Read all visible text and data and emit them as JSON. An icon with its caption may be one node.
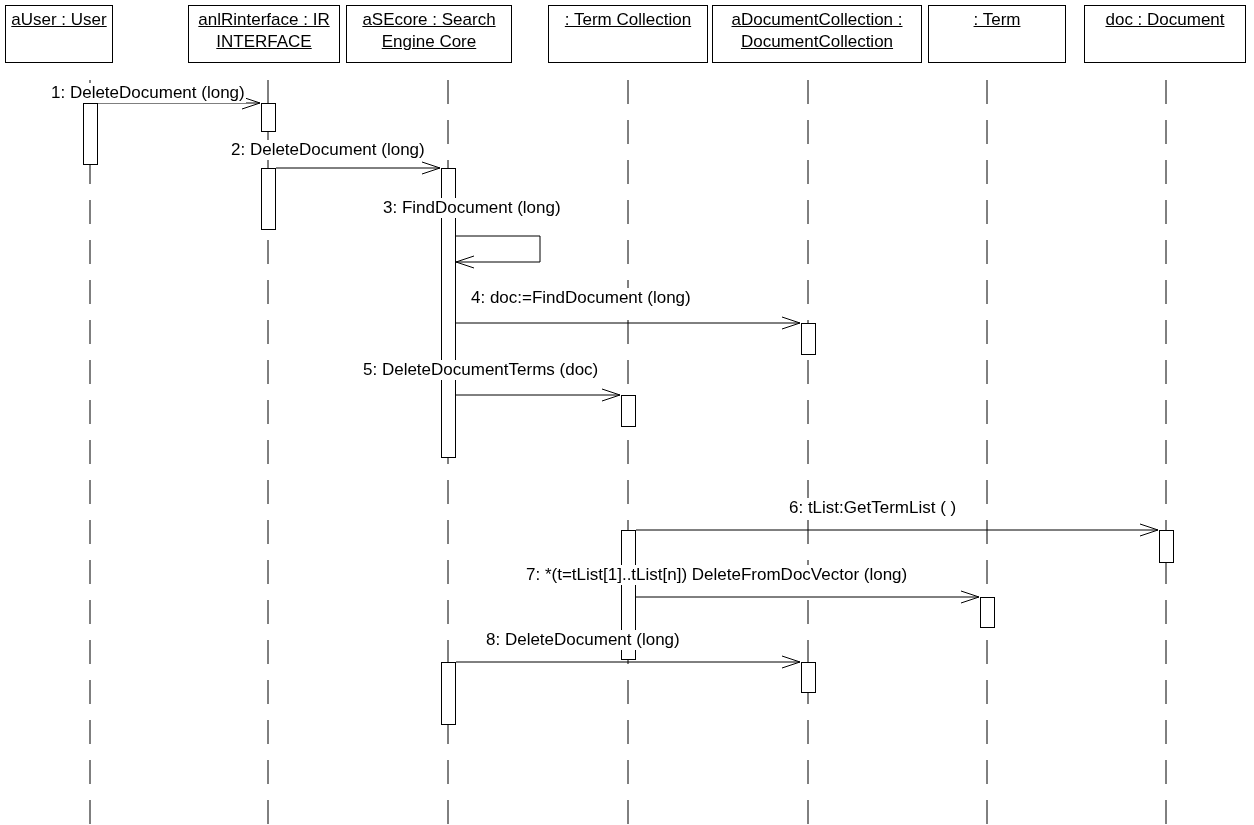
{
  "diagram": {
    "nodes": [
      {
        "text": [
          "aUser : User"
        ]
      },
      {
        "text": [
          "anlRinterface : IR INTERFACE"
        ]
      },
      {
        "text": [
          "aSEcore : Search Engine Core"
        ]
      },
      {
        "text": [
          ": Term Collection"
        ]
      },
      {
        "text": [
          "aDocumentCollection : DocumentCollection"
        ]
      },
      {
        "text": [
          ": Term"
        ]
      },
      {
        "text": [
          "doc : Document"
        ]
      },
      {
        "text": [],
        "shape": "bar"
      },
      {
        "text": [],
        "shape": "bar"
      },
      {
        "text": [],
        "shape": "bar"
      },
      {
        "text": [],
        "shape": "bar"
      },
      {
        "text": [],
        "shape": "bar"
      },
      {
        "text": [],
        "shape": "bar"
      },
      {
        "text": [],
        "shape": "bar"
      },
      {
        "text": [],
        "shape": "bar"
      },
      {
        "text": [],
        "shape": "bar"
      },
      {
        "text": [],
        "shape": "bar"
      },
      {
        "text": [],
        "shape": "bar"
      }
    ],
    "edges": [
      {
        "from": 7,
        "to": 8,
        "arrow": "to",
        "label": "1: DeleteDocument (long)"
      },
      {
        "from": 9,
        "to": 10,
        "arrow": "to",
        "label": "2: DeleteDocument (long)"
      },
      {
        "from": 10,
        "to": 10,
        "arrow": "to",
        "label": "3: FindDocument (long)"
      },
      {
        "from": 10,
        "to": 11,
        "arrow": "to",
        "label": "4: doc:=FindDocument (long)"
      },
      {
        "from": 10,
        "to": 12,
        "arrow": "to",
        "label": "5: DeleteDocumentTerms (doc)"
      },
      {
        "from": 13,
        "to": 14,
        "arrow": "to",
        "label": "6: tList:GetTermList ( )"
      },
      {
        "from": 13,
        "to": 15,
        "arrow": "to",
        "label": "7: *(t=tList[1]..tList[n]) DeleteFromDocVector (long)"
      },
      {
        "from": 16,
        "to": 17,
        "arrow": "to",
        "label": "8: DeleteDocument (long)"
      }
    ]
  }
}
